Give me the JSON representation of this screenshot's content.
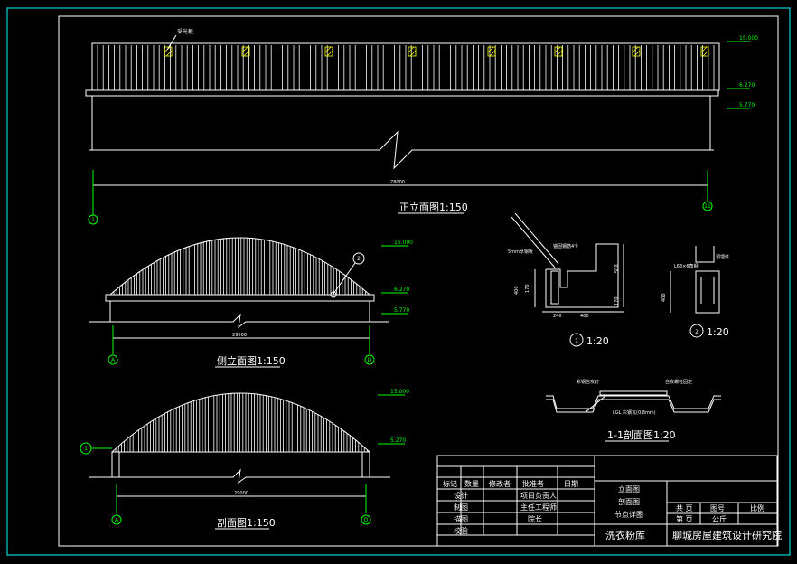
{
  "colors": {
    "background": "#000000",
    "border": "#00ffff",
    "lines": "#ffffff",
    "accent": "#00ff00",
    "hatch": "#ffff00"
  },
  "front_view": {
    "title": "正立面图1:150",
    "skylight_label": "采光板",
    "dimension": "78000",
    "axis_left": "1",
    "axis_right": "11",
    "elev_top": "15.000",
    "elev_mid1": "6.270",
    "elev_mid2": "5.770"
  },
  "side_view": {
    "title": "侧立面图1:150",
    "dimension": "29000",
    "axis_left": "A",
    "axis_right": "D",
    "detail_no": "2",
    "elev_top": "15.000",
    "elev_mid1": "6.270",
    "elev_mid2": "5.770"
  },
  "section_view": {
    "title": "剖面图1:150",
    "dimension": "29000",
    "axis_left": "A",
    "axis_right": "D",
    "detail_no": "1",
    "elev_top": "15.000",
    "elev_mid": "5.270"
  },
  "detail1": {
    "title": "1:20",
    "no": "1",
    "labels": [
      "5mm厚钢板",
      "锚固钢筋4个",
      "500",
      "400",
      "170",
      "170",
      "240",
      "400"
    ]
  },
  "detail2": {
    "title": "1:20",
    "no": "2",
    "labels": [
      "L63×6角钢",
      "预埋件",
      "400"
    ]
  },
  "section11": {
    "title": "1-1剖面图1:20",
    "labels": [
      "彩钢自攻钉",
      "自攻螺栓固定",
      "LGL 彩钢瓦(0.8mm)"
    ]
  },
  "title_block": {
    "header": [
      "标记",
      "数量",
      "修改者",
      "批准者",
      "日期"
    ],
    "rows": [
      "设计",
      "制图",
      "描图",
      "校验"
    ],
    "roles": [
      "项目负责人",
      "主任工程师",
      "院长"
    ],
    "drawing_lines": [
      "立面图",
      "剖面图",
      "节点详图"
    ],
    "project": "洗衣粉库",
    "info_header": [
      "共 页",
      "图号",
      "比例"
    ],
    "info_row": [
      "第 页",
      "",
      "公斤"
    ],
    "institute": "聊城房屋建筑设计研究院"
  }
}
